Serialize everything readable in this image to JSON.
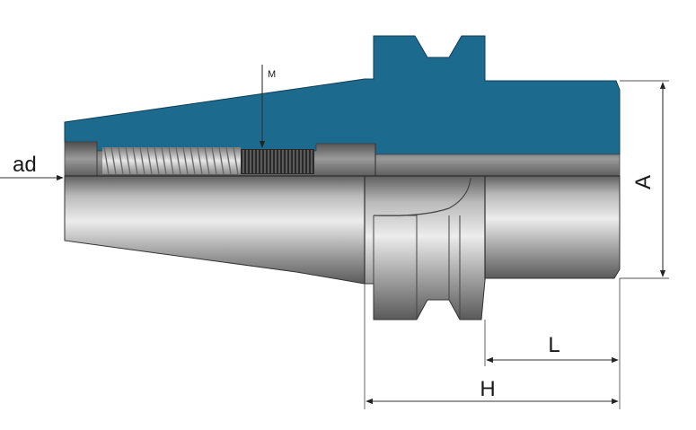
{
  "labels": {
    "m": "M",
    "ad": "ad",
    "a": "A",
    "l": "L",
    "h": "H"
  },
  "colors": {
    "section": "#1d6a8f",
    "steel_light": "#e3e3e3",
    "steel_dark": "#6f6f6f",
    "dimension": "#333333"
  }
}
